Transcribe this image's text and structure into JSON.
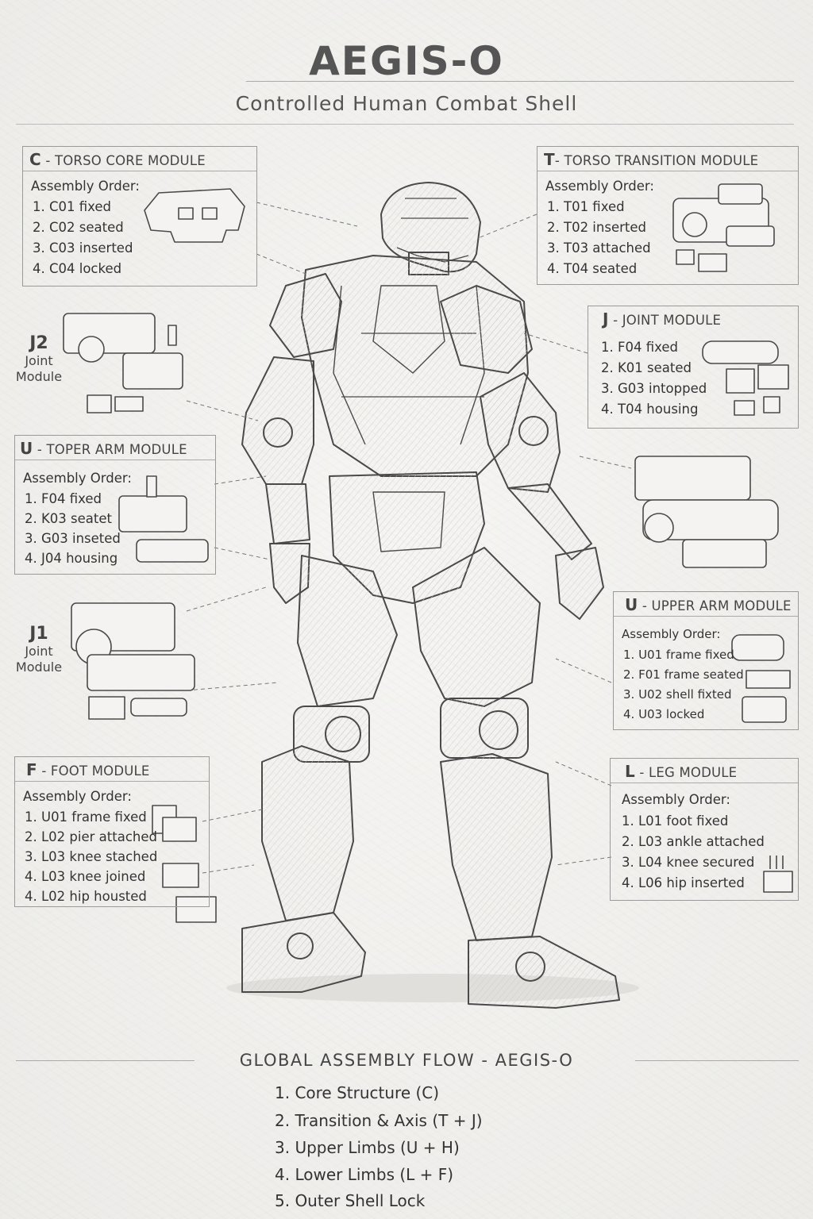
{
  "header": {
    "title": "AEGIS-O",
    "subtitle": "Controlled Human Combat Shell"
  },
  "modules": {
    "torso_core": {
      "code": "C",
      "name": "- TORSO CORE MODULE",
      "order_label": "Assembly Order:",
      "steps": [
        "1. C01 fixed",
        "2. C02 seated",
        "3. C03 inserted",
        "4. C04 locked"
      ]
    },
    "torso_transition": {
      "code": "T",
      "name": "- TORSO TRANSITION MODULE",
      "order_label": "Assembly Order:",
      "steps": [
        "1. T01 fixed",
        "2. T02 inserted",
        "3. T03 attached",
        "4. T04 seated"
      ]
    },
    "joint": {
      "code": "J",
      "name": "- JOINT MODULE",
      "steps": [
        "1. F04 fixed",
        "2. K01 seated",
        "3. G03 intopped",
        "4. T04 housing"
      ]
    },
    "toper_arm": {
      "code": "U",
      "name": "- TOPER ARM MODULE",
      "order_label": "Assembly Order:",
      "steps": [
        "1. F04 fixed",
        "2. K03 seatet",
        "3. G03 inseted",
        "4. J04 housing"
      ]
    },
    "upper_arm": {
      "code": "U",
      "name": "- UPPER ARM MODULE",
      "order_label": "Assembly Order:",
      "steps": [
        "1. U01 frame fixed",
        "2. F01 frame seated",
        "3. U02 shell fixted",
        "4. U03 locked"
      ]
    },
    "foot": {
      "code": "F",
      "name": "- FOOT MODULE",
      "order_label": "Assembly Order:",
      "steps": [
        "1. U01 frame fixed",
        "2. L02 pier attached",
        "3. L03 knee stached",
        "4. L03 knee joined",
        "4. L02 hip housted"
      ]
    },
    "leg": {
      "code": "L",
      "name": "- LEG MODULE",
      "order_label": "Assembly Order:",
      "steps": [
        "1. L01 foot fixed",
        "2. L03 ankle attached",
        "3. L04 knee secured",
        "4. L06 hip inserted"
      ]
    }
  },
  "joint_labels": {
    "j2": {
      "code": "J2",
      "line1": "Joint",
      "line2": "Module"
    },
    "j1": {
      "code": "J1",
      "line1": "Joint",
      "line2": "Module"
    }
  },
  "global_flow": {
    "title": "GLOBAL ASSEMBLY FLOW - AEGIS-O",
    "steps": [
      "1. Core Structure (C)",
      "2. Transition & Axis (T + J)",
      "3. Upper Limbs (U + H)",
      "4. Lower Limbs (L + F)",
      "5. Outer Shell Lock"
    ]
  }
}
